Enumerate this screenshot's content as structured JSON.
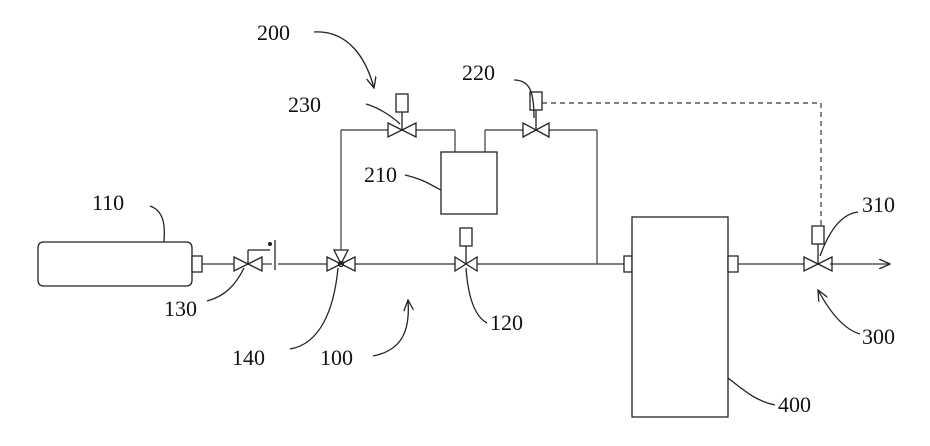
{
  "labels": {
    "l100": "100",
    "l110": "110",
    "l120": "120",
    "l130": "130",
    "l140": "140",
    "l200": "200",
    "l210": "210",
    "l220": "220",
    "l230": "230",
    "l300": "300",
    "l310": "310",
    "l400": "400"
  },
  "colors": {
    "stroke": "#222222",
    "background": "#ffffff"
  }
}
